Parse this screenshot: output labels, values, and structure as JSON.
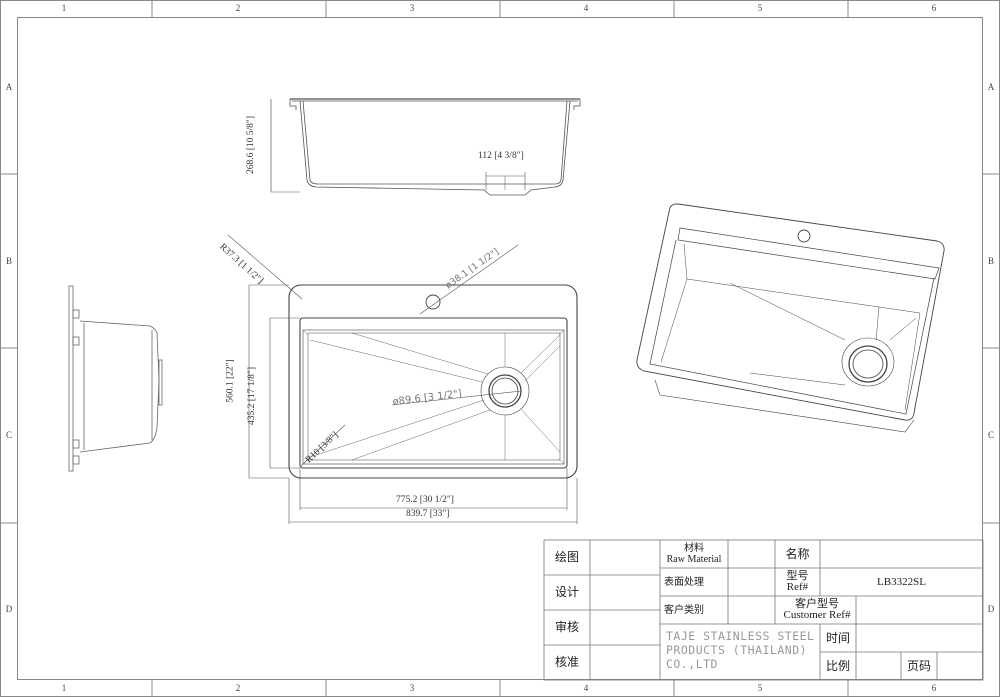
{
  "frame": {
    "column_labels": [
      "1",
      "2",
      "3",
      "4",
      "5",
      "6"
    ],
    "row_labels": [
      "A",
      "B",
      "C",
      "D"
    ]
  },
  "front_view": {
    "height_dim": "268.6 [10 5/8\"]",
    "drain_width_dim": "112 [4 3/8\"]"
  },
  "top_view": {
    "corner_radius_dim": "R37.3 [1 1/2\"]",
    "faucet_hole_dim": "ø38.1 [1 1/2\"]",
    "drain_dim": "ø89.6 [3 1/2\"]",
    "inner_radius_dim": "R10 [3/8\"]",
    "overall_depth_dim": "560.1 [22\"]",
    "bowl_depth_dim": "435.2 [17 1/8\"]",
    "bowl_width_dim": "775.2 [30 1/2\"]",
    "overall_width_dim": "839.7 [33\"]"
  },
  "title_block": {
    "drawn": "绘图",
    "design": "设计",
    "review": "审核",
    "approve": "核准",
    "material_cn": "材料",
    "material_en": "Raw Material",
    "surface": "表面处理",
    "customer_type": "客户类别",
    "name": "名称",
    "model_cn": "型号",
    "model_en": "Ref#",
    "model_value": "LB3322SL",
    "customer_model_cn": "客户型号",
    "customer_model_en": "Customer Ref#",
    "company_line1": "TAJE STAINLESS STEEL",
    "company_line2": "PRODUCTS (THAILAND)",
    "company_line3": "CO.,LTD",
    "time": "时间",
    "scale": "比例",
    "page": "页码"
  }
}
